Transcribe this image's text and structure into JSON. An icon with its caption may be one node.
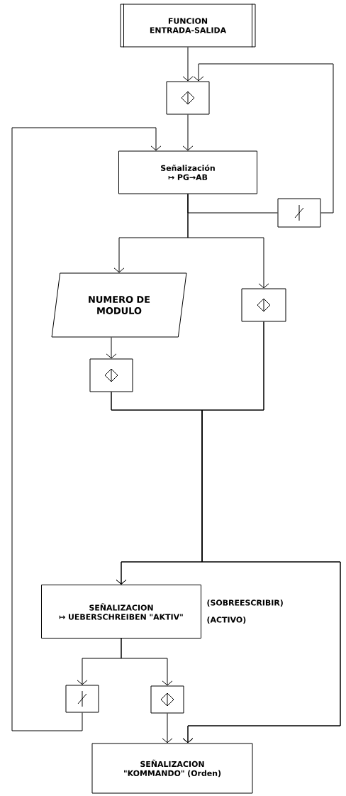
{
  "diagram": {
    "nodes": [
      {
        "text": [
          "FUNCION",
          "ENTRADA-SALIDA"
        ]
      },
      {
        "text": [],
        "shape": "box"
      },
      {
        "text": [
          "Señalización",
          "↦ PG→AB"
        ]
      },
      {
        "text": [],
        "shape": "box"
      },
      {
        "text": [
          "NUMERO DE MODULO"
        ]
      },
      {
        "text": [],
        "shape": "box"
      },
      {
        "text": [],
        "shape": "box"
      },
      {
        "text": [
          "SEÑALIZACION",
          "↦ UEBERSCHREIBEN \"AKTIV\""
        ],
        "beside": [
          "(SOBREESCRIBIR)",
          "(ACTIVO)"
        ]
      },
      {
        "text": [],
        "shape": "box"
      },
      {
        "text": [],
        "shape": "box"
      },
      {
        "text": [
          "SEÑALIZACION",
          "\"KOMMANDO\" (Orden)"
        ]
      }
    ],
    "edges": [
      {
        "from": 0,
        "to": 1,
        "arrow": "to"
      },
      {
        "from": 1,
        "to": 2,
        "arrow": "to"
      },
      {
        "from": 2,
        "to": 3,
        "arrow": "none"
      },
      {
        "from": 2,
        "to": 4,
        "arrow": "to"
      },
      {
        "from": 2,
        "to": 5,
        "arrow": "to"
      },
      {
        "from": 3,
        "to": 1,
        "arrow": "to"
      },
      {
        "from": 8,
        "to": 2,
        "arrow": "to"
      },
      {
        "from": 4,
        "to": 6,
        "arrow": "to"
      },
      {
        "from": 6,
        "to": 7,
        "arrow": "to"
      },
      {
        "from": 5,
        "to": 7,
        "arrow": "to"
      },
      {
        "from": 6,
        "to": 10,
        "arrow": "to"
      },
      {
        "from": 5,
        "to": 10,
        "arrow": "to"
      },
      {
        "from": 7,
        "to": 8,
        "arrow": "to"
      },
      {
        "from": 7,
        "to": 9,
        "arrow": "to"
      },
      {
        "from": 9,
        "to": 10,
        "arrow": "to"
      }
    ]
  }
}
